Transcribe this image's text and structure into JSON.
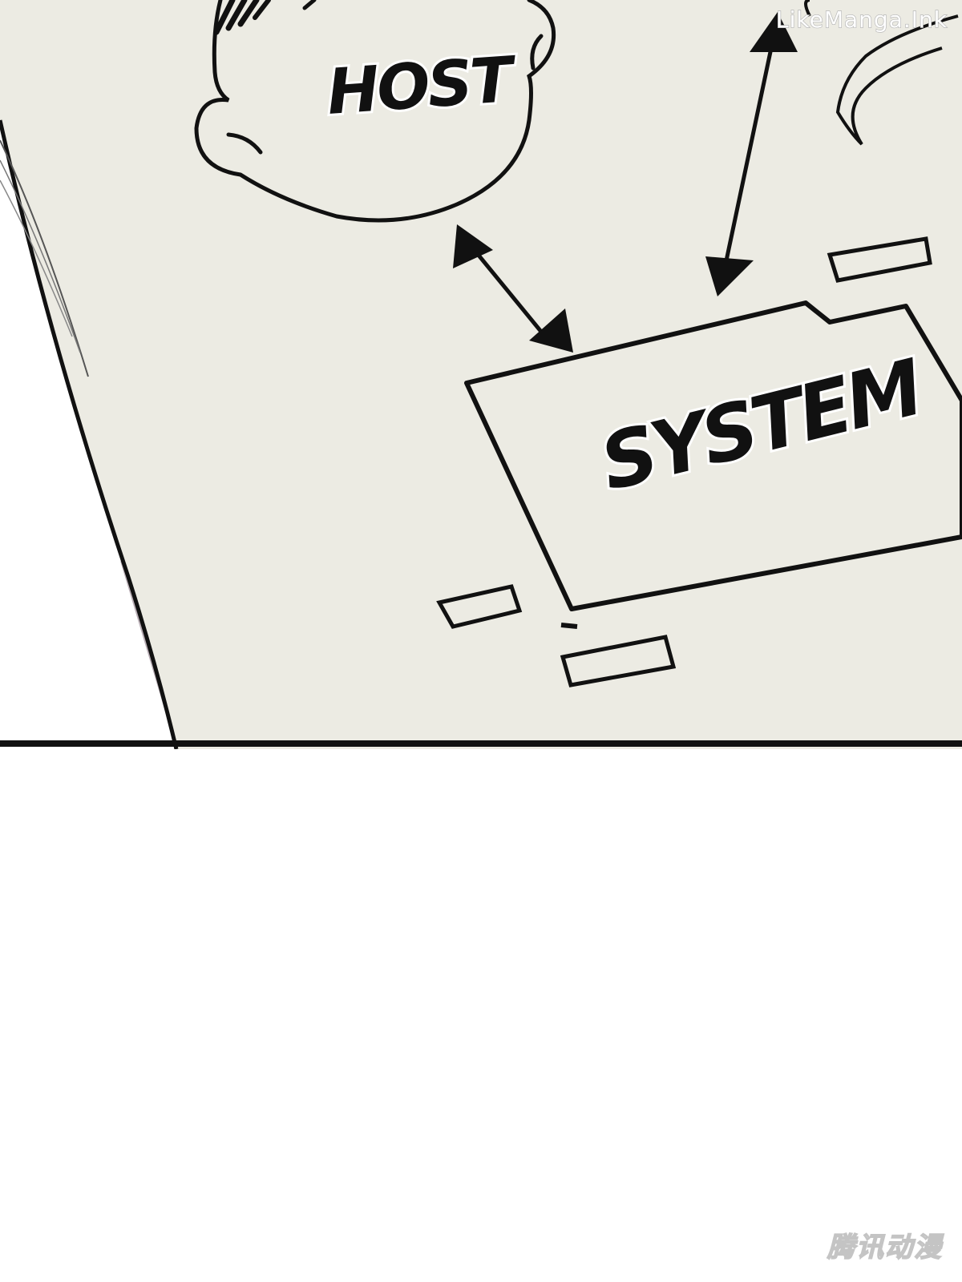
{
  "panel": {
    "host_label": "HOST",
    "system_label": "SYSTEM",
    "watermark": "LikeManga.Ink"
  },
  "footer": {
    "logo_text": "腾讯动漫"
  },
  "colors": {
    "paper": "#ecebe3",
    "ink": "#111111",
    "shadow": "#b9aeb5",
    "page_bg": "#ffffff"
  }
}
